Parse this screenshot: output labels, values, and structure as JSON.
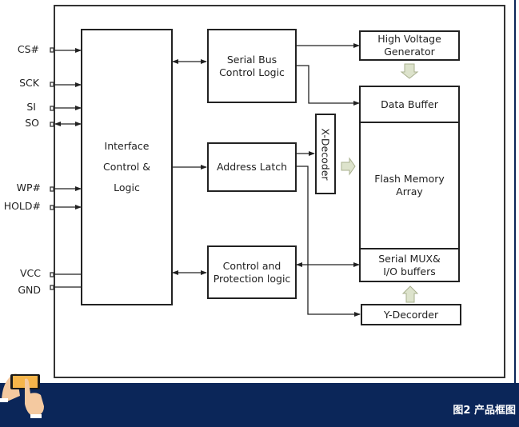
{
  "pins": [
    {
      "label": "CS#",
      "direction": "in"
    },
    {
      "label": "SCK",
      "direction": "in"
    },
    {
      "label": "SI",
      "direction": "in"
    },
    {
      "label": "SO",
      "direction": "bidirectional"
    },
    {
      "label": "WP#",
      "direction": "in"
    },
    {
      "label": "HOLD#",
      "direction": "in"
    },
    {
      "label": "VCC",
      "direction": "none"
    },
    {
      "label": "GND",
      "direction": "none"
    }
  ],
  "blocks": {
    "interface": [
      "Interface",
      "Control &",
      "Logic"
    ],
    "serial_bus": [
      "Serial Bus",
      "Control Logic"
    ],
    "address_latch": "Address Latch",
    "control_protection": [
      "Control and",
      "Protection logic"
    ],
    "high_voltage": [
      "High Voltage",
      "Generator"
    ],
    "data_buffer": "Data Buffer",
    "flash_array": [
      "Flash Memory",
      "Array"
    ],
    "serial_mux": [
      "Serial MUX&",
      "I/O buffers"
    ],
    "x_decoder": "X-Decoder",
    "y_decoder": "Y-Decorder"
  },
  "caption": "图2 产品框图",
  "colors": {
    "footer_bg": "#0b2659",
    "hollow_arrow_fill": "#dde3cc",
    "hollow_arrow_stroke": "#a9b08f",
    "line": "#222222",
    "phone_screen": "#f6b54a",
    "skin": "#f4c9a0"
  }
}
